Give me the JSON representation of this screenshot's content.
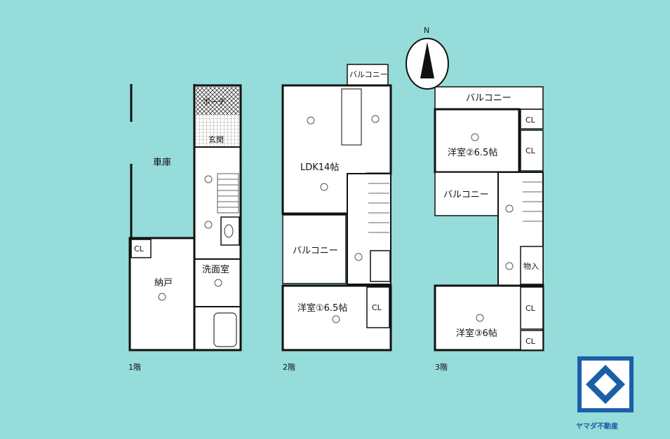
{
  "compass": {
    "label": "N"
  },
  "floors": [
    {
      "tag": "1階",
      "rooms": {
        "garage": "車庫",
        "porch": "ポーチ",
        "entrance": "玄関",
        "closet": "CL",
        "storage": "納戸",
        "washroom": "洗面室"
      }
    },
    {
      "tag": "2階",
      "rooms": {
        "balcony_top": "バルコニー",
        "ldk": "LDK14帖",
        "balcony": "バルコニー",
        "room1": "洋室①6.5帖",
        "closet": "CL"
      }
    },
    {
      "tag": "3階",
      "rooms": {
        "balcony_top": "バルコニー",
        "room2": "洋室②6.5帖",
        "closet_a": "CL",
        "closet_b": "CL",
        "balcony_mid": "バルコニー",
        "storage": "物入",
        "room3": "洋室③6帖",
        "closet_c": "CL",
        "closet_d": "CL"
      }
    }
  ],
  "logo": {
    "text": "ヤマダ不動産",
    "color": "#1a5fa8"
  },
  "colors": {
    "background": "#95dcdb",
    "rooms": "#ffffff",
    "walls": "#111111",
    "logo": "#1a5fa8"
  }
}
